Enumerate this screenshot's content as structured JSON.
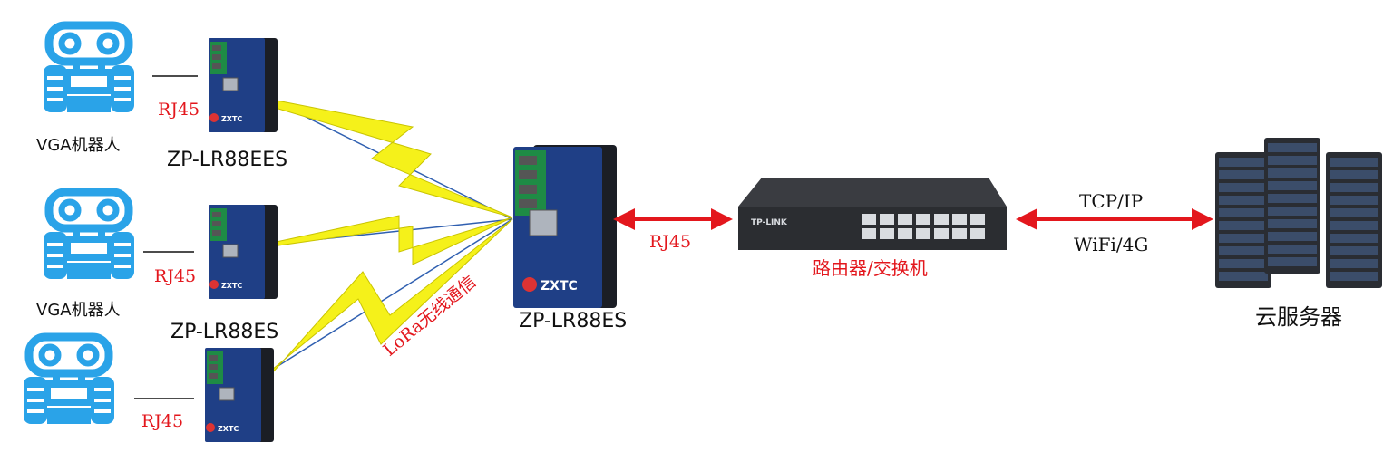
{
  "robots": [
    {
      "label": "VGA机器人",
      "icon": "robot-icon"
    },
    {
      "label": "VGA机器人",
      "icon": "robot-icon"
    },
    {
      "label": "",
      "icon": "robot-icon"
    }
  ],
  "small_devices": [
    {
      "label": "ZP-LR88EES",
      "brand": "ZXTC"
    },
    {
      "label": "ZP-LR88ES",
      "brand": "ZXTC"
    },
    {
      "label": "",
      "brand": "ZXTC"
    }
  ],
  "rj45_labels": [
    "RJ45",
    "RJ45",
    "RJ45"
  ],
  "central_device": {
    "label": "ZP-LR88ES",
    "brand": "ZXTC"
  },
  "lora_label": "LoRa无线通信",
  "link_center_router": {
    "label": "RJ45"
  },
  "router": {
    "label": "路由器/交换机",
    "brand": "TP-LINK"
  },
  "link_router_cloud": {
    "top": "TCP/IP",
    "bottom": "WiFi/4G"
  },
  "cloud": {
    "label": "云服务器",
    "icon": "server-rack-icon"
  },
  "colors": {
    "robot": "#2aa3e8",
    "device": "#1f3f86",
    "arrow": "#e3171d",
    "bolt": "#f5f11a",
    "label_red": "#e3171d"
  }
}
